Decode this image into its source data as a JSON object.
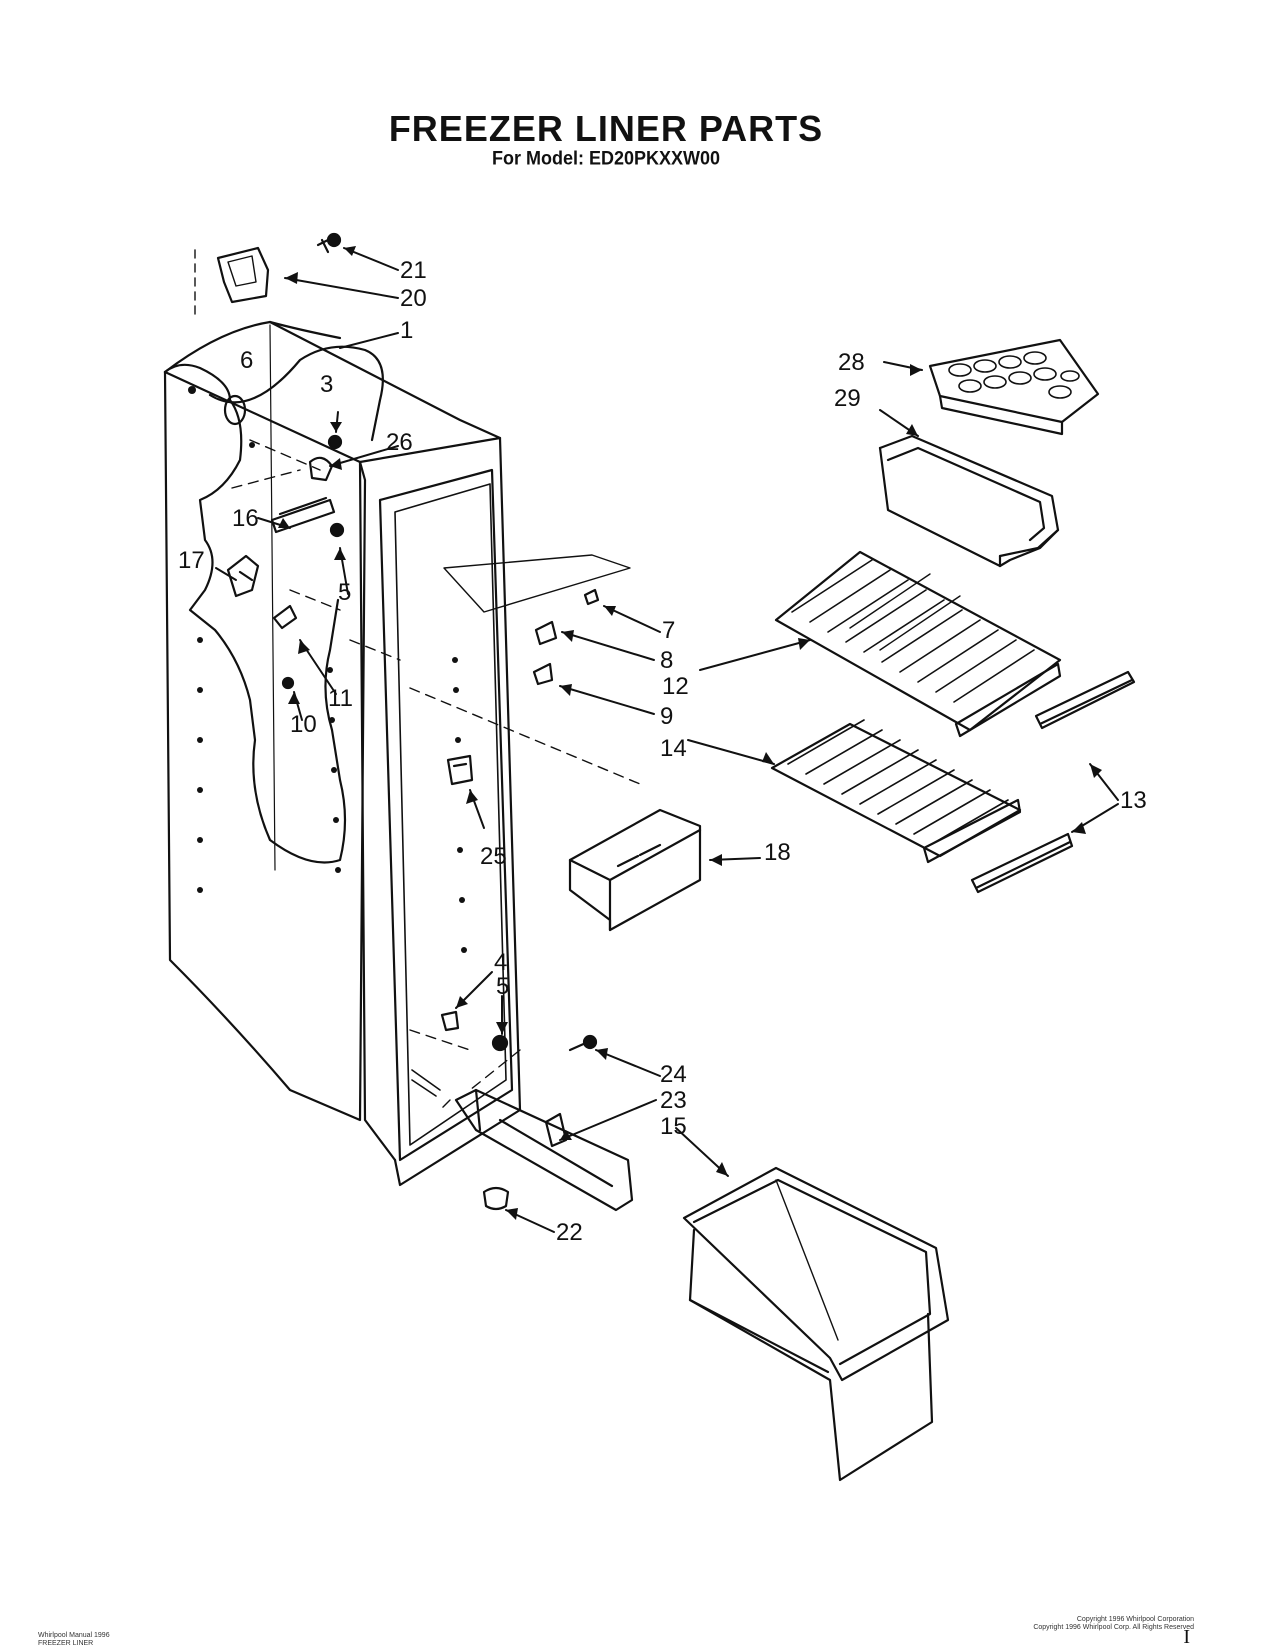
{
  "header": {
    "title": "FREEZER LINER PARTS",
    "subtitle": "For Model: ED20PKXXW00"
  },
  "callouts": [
    "21",
    "20",
    "1",
    "6",
    "3",
    "26",
    "16",
    "17",
    "5",
    "11",
    "10",
    "28",
    "29",
    "7",
    "8",
    "12",
    "9",
    "14",
    "13",
    "18",
    "25",
    "4",
    "5",
    "24",
    "23",
    "15",
    "22"
  ],
  "footer": {
    "left_line1": "Whirlpool Manual 1996",
    "left_line2": "FREEZER LINER",
    "right_line1": "Copyright 1996 Whirlpool Corporation",
    "right_line2": "Copyright 1996 Whirlpool Corp. All Rights Reserved",
    "page_mark": "I"
  }
}
